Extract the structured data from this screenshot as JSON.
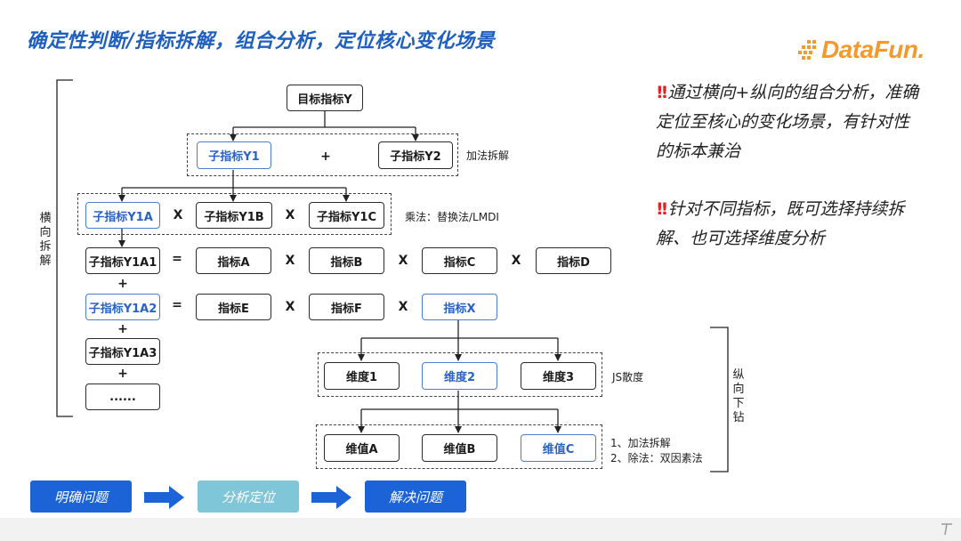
{
  "title": "确定性判断/指标拆解，组合分析，定位核心变化场景",
  "logo": "DataFun.",
  "left_label": "横向拆解",
  "right_label": "纵向下钻",
  "boxes": {
    "target": "目标指标Y",
    "y1": "子指标Y1",
    "y2": "子指标Y2",
    "y1a": "子指标Y1A",
    "y1b": "子指标Y1B",
    "y1c": "子指标Y1C",
    "y1a1": "子指标Y1A1",
    "y1a2": "子指标Y1A2",
    "y1a3": "子指标Y1A3",
    "more": "......",
    "a": "指标A",
    "b": "指标B",
    "c": "指标C",
    "d": "指标D",
    "e": "指标E",
    "f": "指标F",
    "x": "指标X",
    "dim1": "维度1",
    "dim2": "维度2",
    "dim3": "维度3",
    "va": "维值A",
    "vb": "维值B",
    "vc": "维值C"
  },
  "ops": {
    "plus": "+",
    "times": "X",
    "equals": "="
  },
  "notes": {
    "add": "加法拆解",
    "mul": "乘法：替换法/LMDI",
    "js": "JS散度",
    "method1": "1、加法拆解",
    "method2": "2、除法：双因素法"
  },
  "remarks": {
    "bang": "!!",
    "r1": "通过横向+纵向的组合分析，准确定位至核心的变化场景，有针对性的标本兼治",
    "r2": "针对不同指标，既可选择持续拆解、也可选择维度分析"
  },
  "steps": [
    "明确问题",
    "分析定位",
    "解决问题"
  ],
  "colors": {
    "accent": "#1f5fbf",
    "step_dark": "#1d63d8",
    "step_light": "#7ec6d8",
    "warn": "#e02424",
    "logo": "#f29a2e"
  },
  "icons": {
    "arrow": "right-arrow-icon",
    "bang": "double-exclamation-icon"
  }
}
